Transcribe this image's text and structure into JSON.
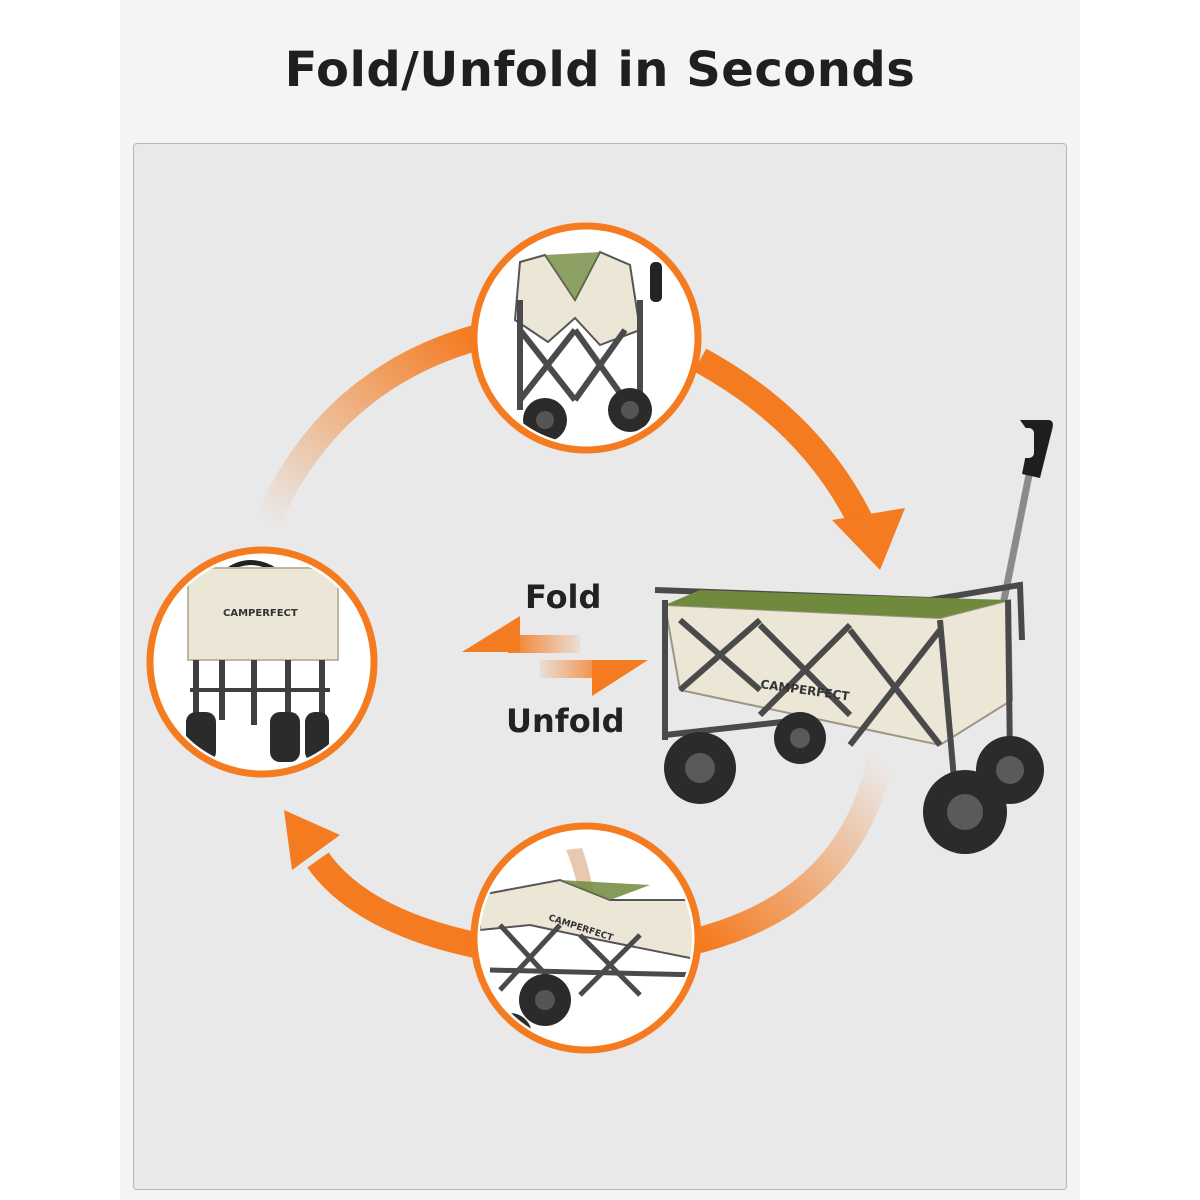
{
  "title": "Fold/Unfold in Seconds",
  "labels": {
    "fold": "Fold",
    "unfold": "Unfold"
  },
  "brand": "CAMPERFECT",
  "colors": {
    "accent": "#f47b20",
    "canvas": "#f4f4f4",
    "panel": "#e9e9e9",
    "fabric": "#ece6d6",
    "trim": "#6f8a3c",
    "frame": "#4a4a4a"
  },
  "icons": [
    "orange-cycle-arrow-icon",
    "fold-arrow-icon",
    "unfold-arrow-icon"
  ]
}
